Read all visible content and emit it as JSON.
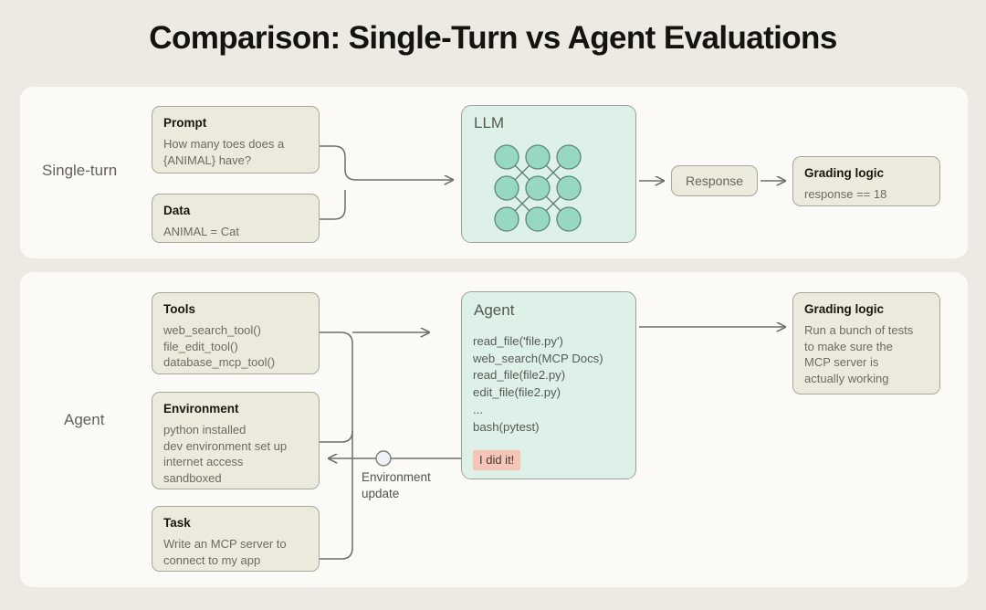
{
  "title": "Comparison: Single-Turn vs Agent Evaluations",
  "colors": {
    "page_bg": "#eceae2",
    "panel_bg": "#fbfaf6",
    "card_bg": "#eceadd",
    "card_border": "#a9a79c",
    "mint_bg": "#ddf1e8",
    "node_fill": "#96d9c0",
    "badge_bg": "#f6c5b7",
    "wire": "#6f6e66",
    "title_text": "#14130f",
    "body_text": "#6d6b61"
  },
  "single_turn": {
    "row_label": "Single-turn",
    "prompt": {
      "title": "Prompt",
      "body": "How many toes does a\n{ANIMAL} have?"
    },
    "data": {
      "title": "Data",
      "body": "ANIMAL = Cat"
    },
    "llm": {
      "title": "LLM"
    },
    "response": {
      "label": "Response"
    },
    "grading": {
      "title": "Grading logic",
      "body": "response == 18"
    }
  },
  "agent": {
    "row_label": "Agent",
    "tools": {
      "title": "Tools",
      "body": "web_search_tool()\nfile_edit_tool()\ndatabase_mcp_tool()"
    },
    "environment": {
      "title": "Environment",
      "body": "python installed\ndev environment set up\ninternet access\nsandboxed"
    },
    "task": {
      "title": "Task",
      "body": "Write an MCP server to\nconnect to my app"
    },
    "agent_box": {
      "title": "Agent",
      "log": "read_file('file.py')\nweb_search(MCP Docs)\nread_file(file2.py)\nedit_file(file2.py)\n...\nbash(pytest)",
      "badge": "I did it!"
    },
    "feedback": {
      "label": "Environment\nupdate"
    },
    "grading": {
      "title": "Grading logic",
      "body": "Run a bunch of tests\nto make sure the\nMCP server is\nactually working"
    }
  }
}
